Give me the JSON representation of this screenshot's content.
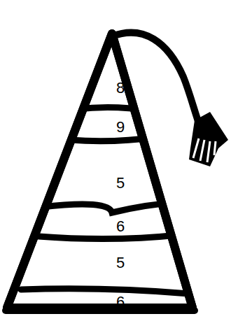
{
  "diagram": {
    "labels": [
      "8",
      "9",
      "5",
      "6",
      "5",
      "6"
    ]
  }
}
